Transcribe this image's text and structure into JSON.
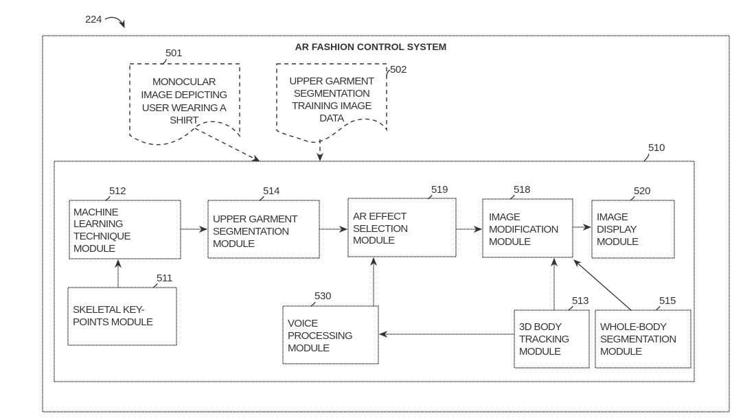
{
  "figure_ref": "224",
  "system": {
    "title": "AR FASHION CONTROL SYSTEM"
  },
  "inputs": [
    {
      "ref": "501",
      "lines": [
        "MONOCULAR",
        "IMAGE DEPICTING",
        "USER WEARING A",
        "SHIRT"
      ]
    },
    {
      "ref": "502",
      "lines": [
        "UPPER GARMENT",
        "SEGMENTATION",
        "TRAINING IMAGE",
        "DATA"
      ]
    }
  ],
  "container": {
    "ref": "510"
  },
  "modules": {
    "m512": {
      "ref": "512",
      "lines": [
        "MACHINE",
        "LEARNING",
        "TECHNIQUE",
        "MODULE"
      ]
    },
    "m514": {
      "ref": "514",
      "lines": [
        "UPPER GARMENT",
        "SEGMENTATION",
        "MODULE"
      ]
    },
    "m519": {
      "ref": "519",
      "lines": [
        "AR EFFECT",
        "SELECTION",
        "MODULE"
      ]
    },
    "m518": {
      "ref": "518",
      "lines": [
        "IMAGE",
        "MODIFICATION",
        "MODULE"
      ]
    },
    "m520": {
      "ref": "520",
      "lines": [
        "IMAGE",
        "DISPLAY",
        "MODULE"
      ]
    },
    "m511": {
      "ref": "511",
      "lines": [
        "SKELETAL KEY-",
        "POINTS MODULE"
      ]
    },
    "m530": {
      "ref": "530",
      "lines": [
        "VOICE",
        "PROCESSING",
        "MODULE"
      ]
    },
    "m513": {
      "ref": "513",
      "lines": [
        "3D BODY",
        "TRACKING",
        "MODULE"
      ]
    },
    "m515": {
      "ref": "515",
      "lines": [
        "WHOLE-BODY",
        "SEGMENTATION",
        "MODULE"
      ]
    }
  },
  "connections": [
    {
      "from": "501",
      "to": "510"
    },
    {
      "from": "502",
      "to": "510"
    },
    {
      "from": "511",
      "to": "512"
    },
    {
      "from": "512",
      "to": "514"
    },
    {
      "from": "514",
      "to": "519"
    },
    {
      "from": "519",
      "to": "518"
    },
    {
      "from": "518",
      "to": "520"
    },
    {
      "from": "530",
      "to": "519"
    },
    {
      "from": "513",
      "to": "530"
    },
    {
      "from": "513",
      "to": "518"
    },
    {
      "from": "515",
      "to": "518"
    }
  ]
}
